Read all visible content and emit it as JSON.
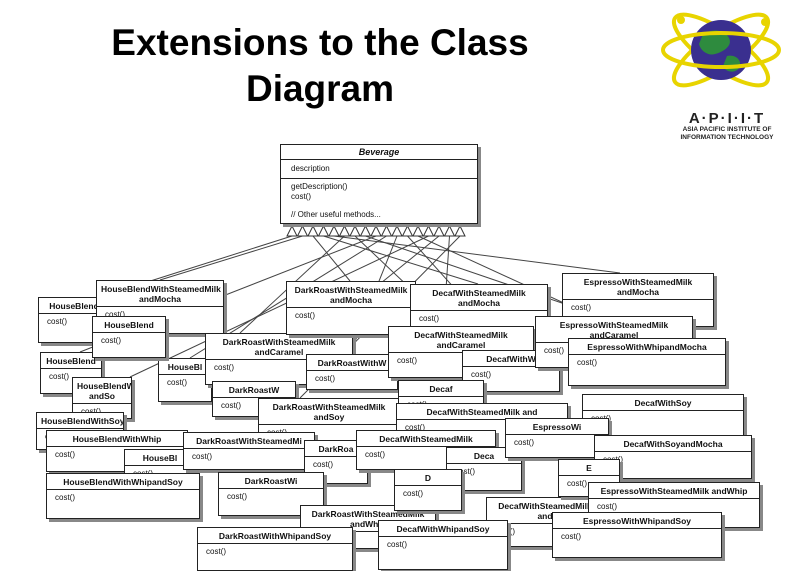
{
  "slide": {
    "title_line1": "Extensions to the Class",
    "title_line2": "Diagram"
  },
  "logo": {
    "name": "A·P·I·I·T",
    "subtitle_line1": "ASIA PACIFIC INSTITUTE OF",
    "subtitle_line2": "INFORMATION TECHNOLOGY"
  },
  "beverage": {
    "name": "Beverage",
    "attribute": "description",
    "methods": [
      "getDescription()",
      "cost()",
      "// Other useful methods..."
    ]
  },
  "classes": [
    {
      "name": "HouseBlend",
      "method": "cost()"
    },
    {
      "name": "HouseBlend",
      "method": "cost()"
    },
    {
      "name": "HouseBlendWithSteamedMilk andMocha",
      "method": "cost()"
    },
    {
      "name": "HouseBlendWith andSo",
      "method": "cost()"
    },
    {
      "name": "HouseBlendWithSoy",
      "method": "cost()"
    },
    {
      "name": "HouseBlendWithWhip",
      "method": "cost()"
    },
    {
      "name": "HouseBl",
      "method": "cost()"
    },
    {
      "name": "HouseBlendWithWhipandSoy",
      "method": "cost()"
    },
    {
      "name": "HouseBl",
      "method": "cost()"
    },
    {
      "name": "HouseBlend",
      "method": "cost()"
    },
    {
      "name": "DarkRoastWithSteamedMilk andCaramel",
      "method": "cost()"
    },
    {
      "name": "DarkRoastW",
      "method": "cost()"
    },
    {
      "name": "DarkRoastWithSteamedMilk andSoy",
      "method": "cost()"
    },
    {
      "name": "DarkRoastWithSteamedMilk andMocha",
      "method": "cost()"
    },
    {
      "name": "DarkRoastWithW",
      "method": "cost()"
    },
    {
      "name": "DarkRoastWithSteamedMi",
      "method": "cost()"
    },
    {
      "name": "DarkRoa",
      "method": "cost()"
    },
    {
      "name": "DarkRoastWi",
      "method": "cost()"
    },
    {
      "name": "DarkRoastWithSteamedMilk andWhip",
      "method": "cost()"
    },
    {
      "name": "DarkRoastWithWhipandSoy",
      "method": "cost()"
    },
    {
      "name": "DecafWithSteamedMilk andMocha",
      "method": "cost()"
    },
    {
      "name": "DecafWithSteamedMilk andCaramel",
      "method": "cost()"
    },
    {
      "name": "DecafWithW",
      "method": "cost()"
    },
    {
      "name": "Decaf",
      "method": "cost()"
    },
    {
      "name": "DecafWithSteamedMilk and",
      "method": "cost()"
    },
    {
      "name": "DecafWithSteamedMilk",
      "method": "cost()"
    },
    {
      "name": "Deca",
      "method": "cost()"
    },
    {
      "name": "D",
      "method": "cost()"
    },
    {
      "name": "DecafWithSteamedMilk and",
      "method": "cost()"
    },
    {
      "name": "DecafWithWhipandSoy",
      "method": "cost()"
    },
    {
      "name": "EspressoWithSteamedMilk andMocha",
      "method": "cost()"
    },
    {
      "name": "EspressoWithSteamedMilk andCaramel",
      "method": "cost()"
    },
    {
      "name": "EspressoWithWhipandMocha",
      "method": "cost()"
    },
    {
      "name": "DecafWithSoy",
      "method": "cost()"
    },
    {
      "name": "EspressoWi",
      "method": "cost()"
    },
    {
      "name": "DecafWithSoyandMocha",
      "method": "cost()"
    },
    {
      "name": "E",
      "method": "cost()"
    },
    {
      "name": "EspressoWithSteamedMilk andWhip",
      "method": "cost()"
    },
    {
      "name": "EspressoWithWhipandSoy",
      "method": "cost()"
    }
  ]
}
